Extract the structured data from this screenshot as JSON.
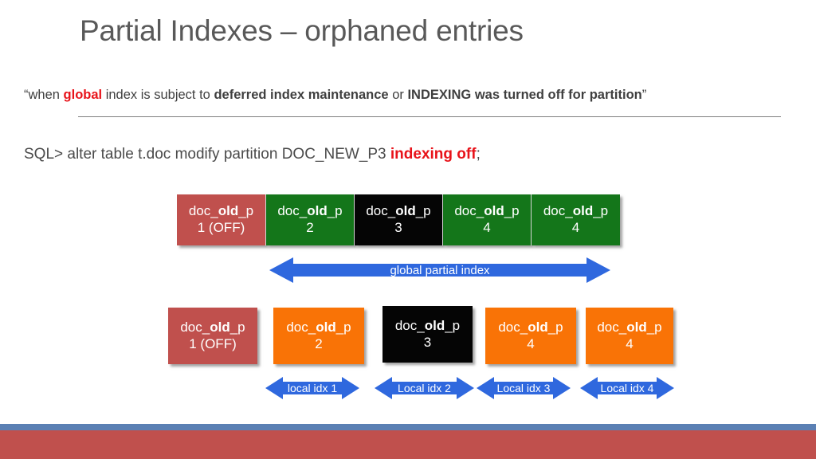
{
  "slide": {
    "title": "Partial Indexes – orphaned entries",
    "quote": {
      "open_quote": "“when ",
      "red_word": "global",
      "mid_1": " index is subject to ",
      "bold_1": "deferred index maintenance",
      "mid_2": " or ",
      "bold_2": "INDEXING was turned off for partition",
      "close_quote": "”"
    },
    "sql": {
      "prefix": "SQL> alter table t.doc modify partition DOC_NEW_P3 ",
      "highlight": "indexing off",
      "suffix": ";"
    }
  },
  "diagram": {
    "global_row": {
      "label": "global-partition-row",
      "boxes": [
        {
          "line1_pre": "doc_",
          "line1_bold": "old",
          "line1_post": "_p",
          "line2": "1 (OFF)",
          "color": "#c0504d",
          "color_name": "red"
        },
        {
          "line1_pre": "doc_",
          "line1_bold": "old",
          "line1_post": "_p",
          "line2": "2",
          "color": "#14761a",
          "color_name": "green"
        },
        {
          "line1_pre": "doc_",
          "line1_bold": "old",
          "line1_post": "_p",
          "line2": "3",
          "color": "#050505",
          "color_name": "black"
        },
        {
          "line1_pre": "doc_",
          "line1_bold": "old",
          "line1_post": "_p",
          "line2": "4",
          "color": "#14761a",
          "color_name": "green"
        },
        {
          "line1_pre": "doc_",
          "line1_bold": "old",
          "line1_post": "_p",
          "line2": "4",
          "color": "#14761a",
          "color_name": "green"
        }
      ]
    },
    "global_arrow": {
      "label": "global partial index",
      "color": "#2f68de",
      "direction": "double"
    },
    "local_row": {
      "label": "local-partition-row",
      "boxes": [
        {
          "line1_pre": "doc_",
          "line1_bold": "old",
          "line1_post": "_p",
          "line2": "1 (OFF)",
          "color": "#c0504d",
          "color_name": "red"
        },
        {
          "line1_pre": "doc_",
          "line1_bold": "old",
          "line1_post": "_p",
          "line2": "2",
          "color": "#f97306",
          "color_name": "orange"
        },
        {
          "line1_pre": "doc_",
          "line1_bold": "old",
          "line1_post": "_p",
          "line2": "3",
          "color": "#050505",
          "color_name": "black"
        },
        {
          "line1_pre": "doc_",
          "line1_bold": "old",
          "line1_post": "_p",
          "line2": "4",
          "color": "#f97306",
          "color_name": "orange"
        },
        {
          "line1_pre": "doc_",
          "line1_bold": "old",
          "line1_post": "_p",
          "line2": "4",
          "color": "#f97306",
          "color_name": "orange"
        }
      ]
    },
    "local_arrows": [
      {
        "label": "local idx 1",
        "color": "#2f68de",
        "direction": "double"
      },
      {
        "label": "Local idx 2",
        "color": "#2f68de",
        "direction": "double"
      },
      {
        "label": "Local idx 3",
        "color": "#2f68de",
        "direction": "double"
      },
      {
        "label": "Local idx 4",
        "color": "#2f68de",
        "direction": "double"
      }
    ]
  },
  "footer": {
    "accent_stripe_color": "#5b80b4",
    "band_color": "#c0504d"
  }
}
